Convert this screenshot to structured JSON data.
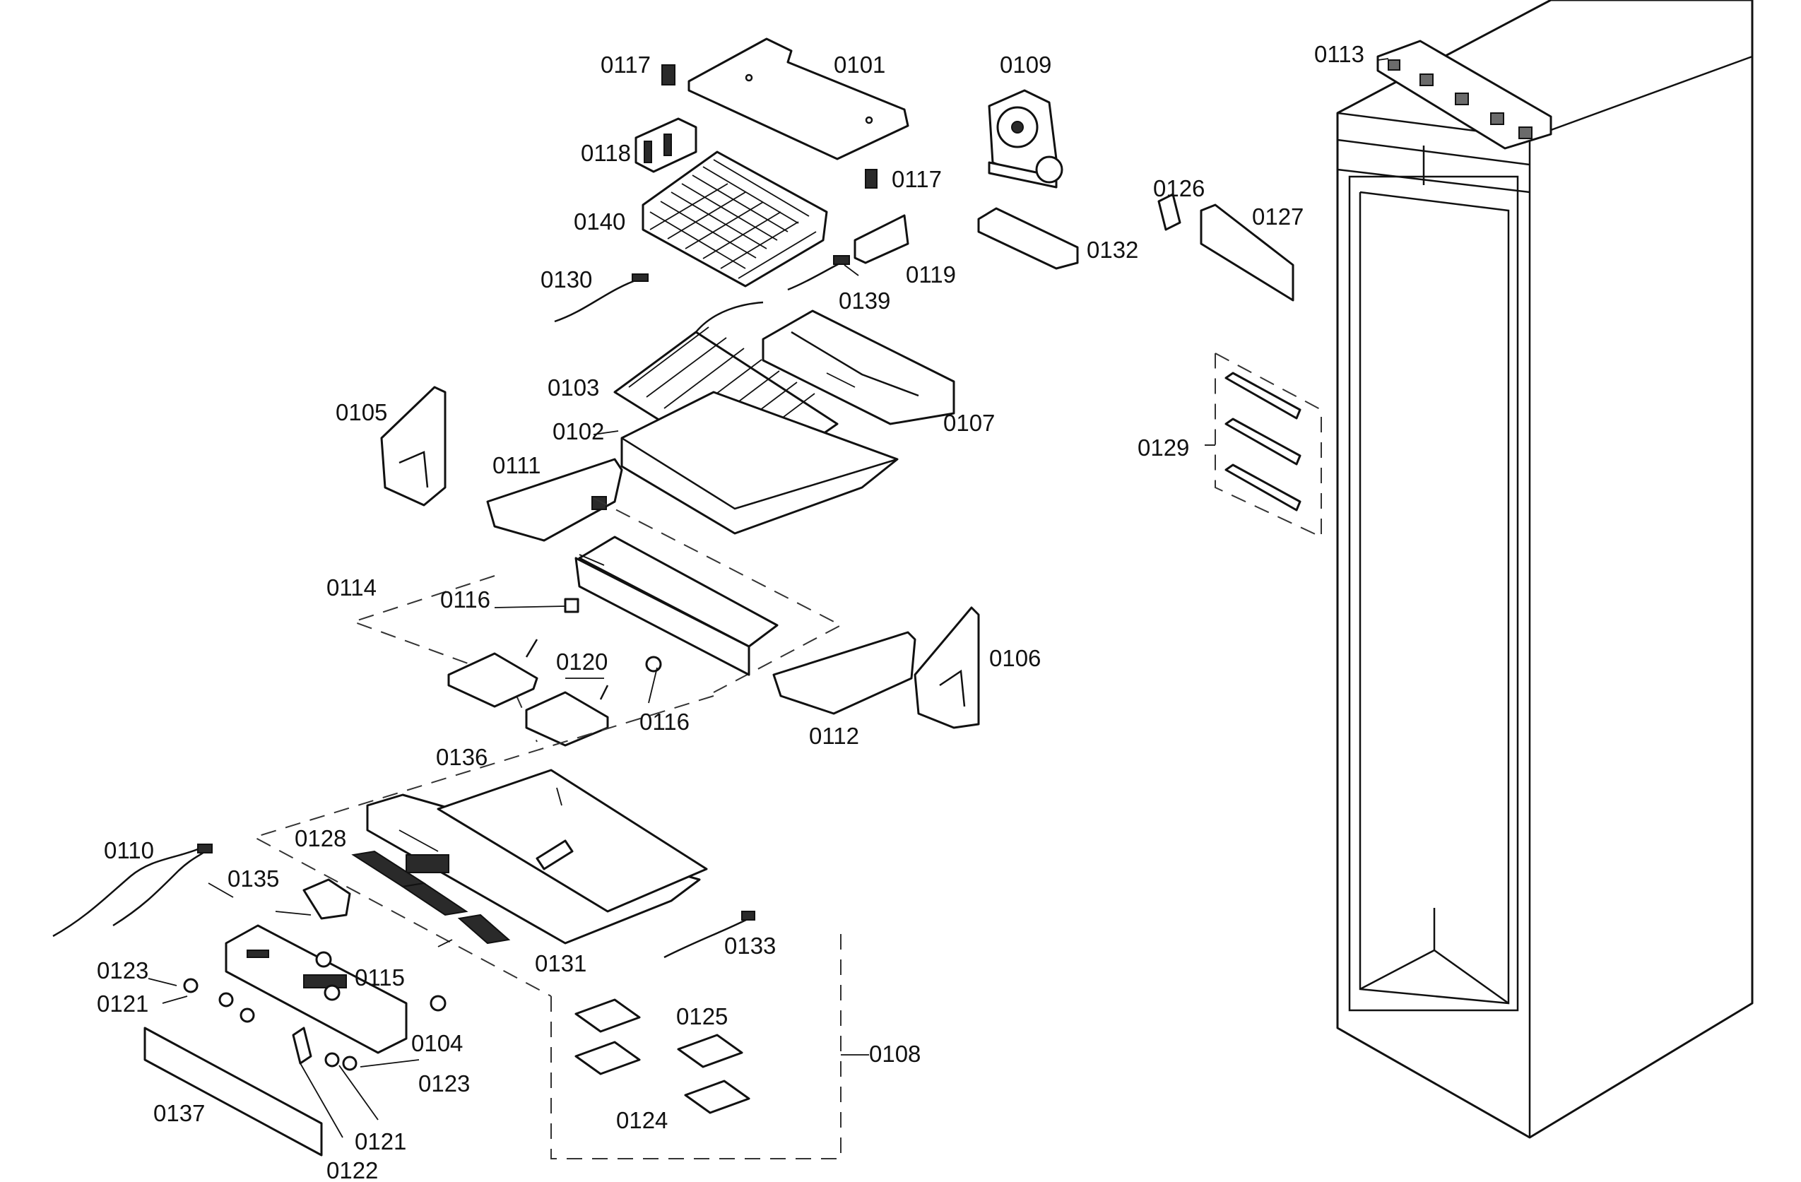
{
  "labels": {
    "p0101": "0101",
    "p0102": "0102",
    "p0103": "0103",
    "p0104": "0104",
    "p0105": "0105",
    "p0106": "0106",
    "p0107": "0107",
    "p0108": "0108",
    "p0109": "0109",
    "p0110": "0110",
    "p0111": "0111",
    "p0112": "0112",
    "p0113": "0113",
    "p0114": "0114",
    "p0115": "0115",
    "p0116a": "0116",
    "p0116b": "0116",
    "p0117a": "0117",
    "p0117b": "0117",
    "p0118": "0118",
    "p0119": "0119",
    "p0120": "0120",
    "p0121a": "0121",
    "p0121b": "0121",
    "p0122": "0122",
    "p0123a": "0123",
    "p0123b": "0123",
    "p0124": "0124",
    "p0125": "0125",
    "p0126": "0126",
    "p0127": "0127",
    "p0128": "0128",
    "p0129": "0129",
    "p0130": "0130",
    "p0131": "0131",
    "p0132": "0132",
    "p0133": "0133",
    "p0135": "0135",
    "p0136": "0136",
    "p0137": "0137",
    "p0139": "0139",
    "p0140": "0140"
  },
  "colors": {
    "line": "#111111",
    "background": "#ffffff",
    "shade": "#6b6b6b"
  }
}
